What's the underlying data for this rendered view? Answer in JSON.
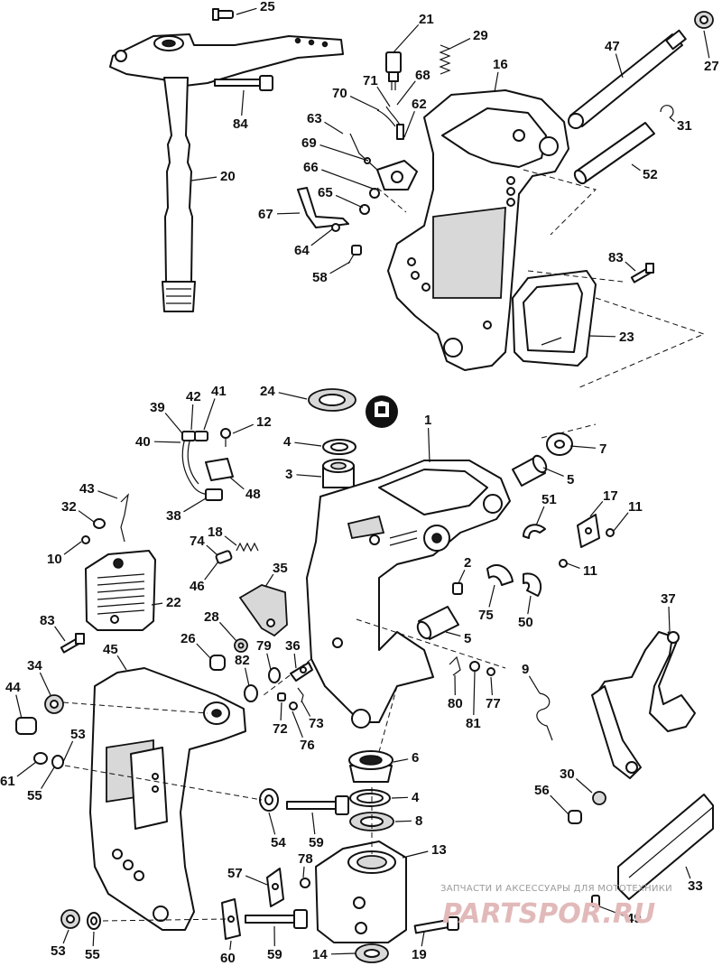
{
  "callouts": [
    {
      "id": "25",
      "label": "25"
    },
    {
      "id": "21",
      "label": "21"
    },
    {
      "id": "29",
      "label": "29"
    },
    {
      "id": "16",
      "label": "16"
    },
    {
      "id": "47",
      "label": "47"
    },
    {
      "id": "27",
      "label": "27"
    },
    {
      "id": "84",
      "label": "84"
    },
    {
      "id": "71",
      "label": "71"
    },
    {
      "id": "68",
      "label": "68"
    },
    {
      "id": "70",
      "label": "70"
    },
    {
      "id": "62",
      "label": "62"
    },
    {
      "id": "63",
      "label": "63"
    },
    {
      "id": "69",
      "label": "69"
    },
    {
      "id": "66",
      "label": "66"
    },
    {
      "id": "65",
      "label": "65"
    },
    {
      "id": "67",
      "label": "67"
    },
    {
      "id": "64",
      "label": "64"
    },
    {
      "id": "58",
      "label": "58"
    },
    {
      "id": "20",
      "label": "20"
    },
    {
      "id": "31",
      "label": "31"
    },
    {
      "id": "52",
      "label": "52"
    },
    {
      "id": "83a",
      "label": "83"
    },
    {
      "id": "23",
      "label": "23"
    },
    {
      "id": "24",
      "label": "24"
    },
    {
      "id": "1",
      "label": "1"
    },
    {
      "id": "39",
      "label": "39"
    },
    {
      "id": "42",
      "label": "42"
    },
    {
      "id": "41",
      "label": "41"
    },
    {
      "id": "12",
      "label": "12"
    },
    {
      "id": "40",
      "label": "40"
    },
    {
      "id": "4a",
      "label": "4"
    },
    {
      "id": "7",
      "label": "7"
    },
    {
      "id": "3",
      "label": "3"
    },
    {
      "id": "5a",
      "label": "5"
    },
    {
      "id": "48",
      "label": "48"
    },
    {
      "id": "43",
      "label": "43"
    },
    {
      "id": "38",
      "label": "38"
    },
    {
      "id": "51",
      "label": "51"
    },
    {
      "id": "17",
      "label": "17"
    },
    {
      "id": "11a",
      "label": "11"
    },
    {
      "id": "32",
      "label": "32"
    },
    {
      "id": "74",
      "label": "74"
    },
    {
      "id": "18",
      "label": "18"
    },
    {
      "id": "10",
      "label": "10"
    },
    {
      "id": "11b",
      "label": "11"
    },
    {
      "id": "2",
      "label": "2"
    },
    {
      "id": "35",
      "label": "35"
    },
    {
      "id": "46",
      "label": "46"
    },
    {
      "id": "22",
      "label": "22"
    },
    {
      "id": "75",
      "label": "75"
    },
    {
      "id": "50",
      "label": "50"
    },
    {
      "id": "37",
      "label": "37"
    },
    {
      "id": "83b",
      "label": "83"
    },
    {
      "id": "28",
      "label": "28"
    },
    {
      "id": "5b",
      "label": "5"
    },
    {
      "id": "26",
      "label": "26"
    },
    {
      "id": "79",
      "label": "79"
    },
    {
      "id": "36",
      "label": "36"
    },
    {
      "id": "82",
      "label": "82"
    },
    {
      "id": "45",
      "label": "45"
    },
    {
      "id": "34",
      "label": "34"
    },
    {
      "id": "9",
      "label": "9"
    },
    {
      "id": "80",
      "label": "80"
    },
    {
      "id": "77",
      "label": "77"
    },
    {
      "id": "44",
      "label": "44"
    },
    {
      "id": "72",
      "label": "72"
    },
    {
      "id": "73",
      "label": "73"
    },
    {
      "id": "81",
      "label": "81"
    },
    {
      "id": "76",
      "label": "76"
    },
    {
      "id": "53a",
      "label": "53"
    },
    {
      "id": "6",
      "label": "6"
    },
    {
      "id": "61",
      "label": "61"
    },
    {
      "id": "55a",
      "label": "55"
    },
    {
      "id": "30",
      "label": "30"
    },
    {
      "id": "56",
      "label": "56"
    },
    {
      "id": "4b",
      "label": "4"
    },
    {
      "id": "54",
      "label": "54"
    },
    {
      "id": "59a",
      "label": "59"
    },
    {
      "id": "8",
      "label": "8"
    },
    {
      "id": "78",
      "label": "78"
    },
    {
      "id": "13",
      "label": "13"
    },
    {
      "id": "57",
      "label": "57"
    },
    {
      "id": "33",
      "label": "33"
    },
    {
      "id": "49",
      "label": "49"
    },
    {
      "id": "53b",
      "label": "53"
    },
    {
      "id": "55b",
      "label": "55"
    },
    {
      "id": "60",
      "label": "60"
    },
    {
      "id": "59b",
      "label": "59"
    },
    {
      "id": "14",
      "label": "14"
    },
    {
      "id": "19",
      "label": "19"
    }
  ],
  "watermark": {
    "caption": "ЗАПЧАСТИ И АКСЕССУАРЫ ДЛЯ МОТОТЕХНИКИ",
    "brand": "PARTSPOR.RU"
  }
}
